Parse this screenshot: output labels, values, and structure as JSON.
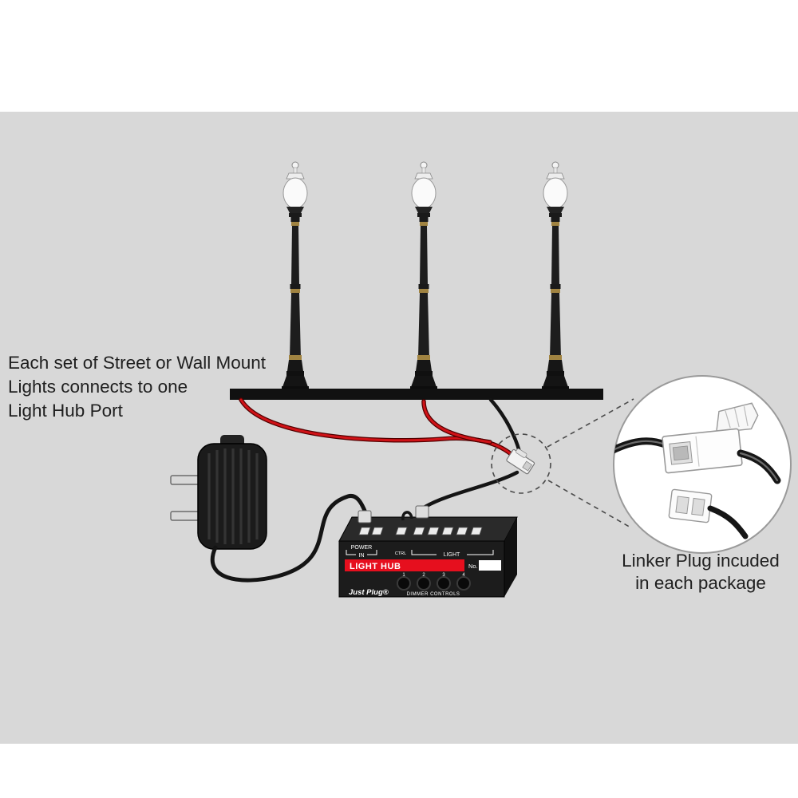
{
  "captions": {
    "left_line1": "Each set of Street or Wall Mount",
    "left_line2": "Lights connects to one",
    "left_line3": "Light Hub Port",
    "right_line1": "Linker Plug incuded",
    "right_line2": "in each package"
  },
  "hub": {
    "power_label": "POWER",
    "in_label": "IN",
    "ctrl_label": "CTRL",
    "light_label": "LIGHT",
    "name_label": "LIGHT HUB",
    "no_label": "No.",
    "brand": "Just Plug®",
    "dimmer_label": "DIMMER CONTROLS",
    "knobs": [
      "1",
      "2",
      "3",
      "4"
    ]
  },
  "colors": {
    "background_band": "#d8d8d8",
    "accent_red": "#e60f1e",
    "wire_red": "#d01217",
    "ink_black": "#141414",
    "brass": "#a08341"
  }
}
